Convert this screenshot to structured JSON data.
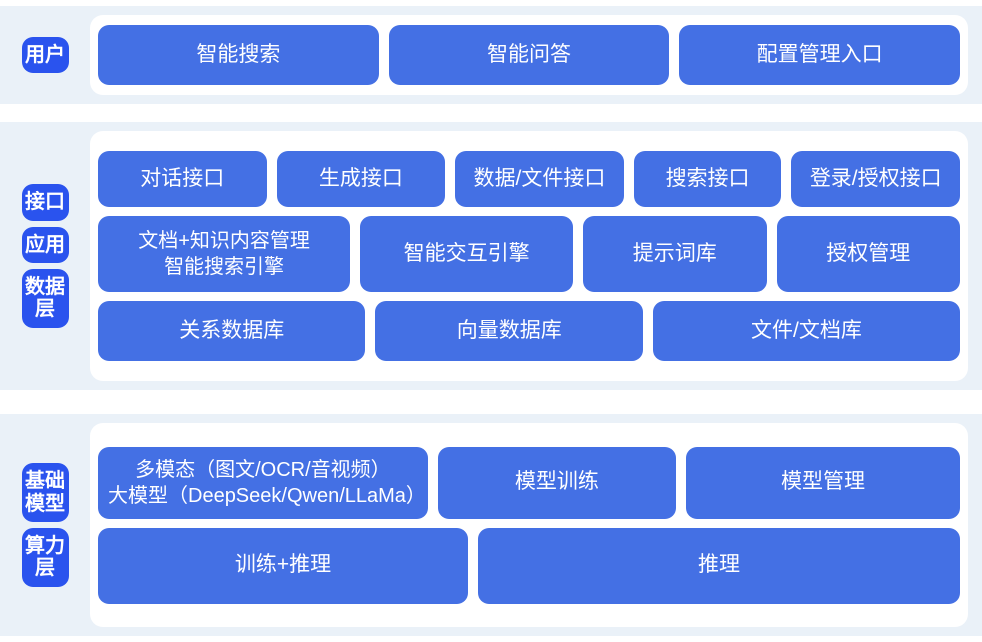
{
  "theme": {
    "page_background": "#ffffff",
    "band_background": "#eaf1f8",
    "panel_background": "#ffffff",
    "pill_color": "#2a53ee",
    "box_color": "#4470e4",
    "text_color": "#ffffff"
  },
  "groups": [
    {
      "id": "user-group",
      "pills": [
        {
          "id": "pill-user",
          "label": "用户"
        }
      ],
      "rows": [
        {
          "id": "row-user",
          "boxes": [
            {
              "id": "box-smart-search",
              "label": "智能搜索",
              "flex": 1
            },
            {
              "id": "box-smart-qa",
              "label": "智能问答",
              "flex": 1
            },
            {
              "id": "box-config-management-entry",
              "label": "配置管理入口",
              "flex": 1
            }
          ]
        }
      ]
    },
    {
      "id": "platform-group",
      "pills": [
        {
          "id": "pill-interface",
          "label": "接口"
        },
        {
          "id": "pill-application",
          "label": "应用"
        },
        {
          "id": "pill-data-layer",
          "label": "数据层"
        }
      ],
      "rows": [
        {
          "id": "row-interface",
          "boxes": [
            {
              "id": "box-dialog-api",
              "label": "对话接口",
              "flex": 1
            },
            {
              "id": "box-generation-api",
              "label": "生成接口",
              "flex": 1
            },
            {
              "id": "box-data-file-api",
              "label": "数据/文件接口",
              "flex": 1
            },
            {
              "id": "box-search-api",
              "label": "搜索接口",
              "flex": 0.86
            },
            {
              "id": "box-login-auth-api",
              "label": "登录/授权接口",
              "flex": 1
            }
          ]
        },
        {
          "id": "row-application",
          "boxes": [
            {
              "id": "box-doc-knowledge-management",
              "label": "文档+知识内容管理\n智能搜索引擎",
              "flex": 1.42,
              "two_line": true
            },
            {
              "id": "box-interaction-engine",
              "label": "智能交互引擎",
              "flex": 1.18
            },
            {
              "id": "box-prompt-library",
              "label": "提示词库",
              "flex": 1
            },
            {
              "id": "box-authorization-management",
              "label": "授权管理",
              "flex": 1
            }
          ]
        },
        {
          "id": "row-data",
          "boxes": [
            {
              "id": "box-relational-database",
              "label": "关系数据库",
              "flex": 1
            },
            {
              "id": "box-vector-database",
              "label": "向量数据库",
              "flex": 1
            },
            {
              "id": "box-file-document-store",
              "label": "文件/文档库",
              "flex": 1.16
            }
          ]
        }
      ]
    },
    {
      "id": "infrastructure-group",
      "pills": [
        {
          "id": "pill-foundation-model",
          "label": "基础模型"
        },
        {
          "id": "pill-compute-layer",
          "label": "算力层"
        }
      ],
      "rows": [
        {
          "id": "row-foundation-model",
          "boxes": [
            {
              "id": "box-multimodal-llm",
              "label": "多模态（图文/OCR/音视频）\n大模型（DeepSeek/Qwen/LLaMa）",
              "flex": 1.22,
              "two_line": true
            },
            {
              "id": "box-model-training",
              "label": "模型训练",
              "flex": 0.86
            },
            {
              "id": "box-model-management",
              "label": "模型管理",
              "flex": 1
            }
          ]
        },
        {
          "id": "row-compute",
          "boxes": [
            {
              "id": "box-training-inference",
              "label": "训练+推理",
              "flex": 1
            },
            {
              "id": "box-inference",
              "label": "推理",
              "flex": 1.32
            }
          ]
        }
      ]
    }
  ]
}
